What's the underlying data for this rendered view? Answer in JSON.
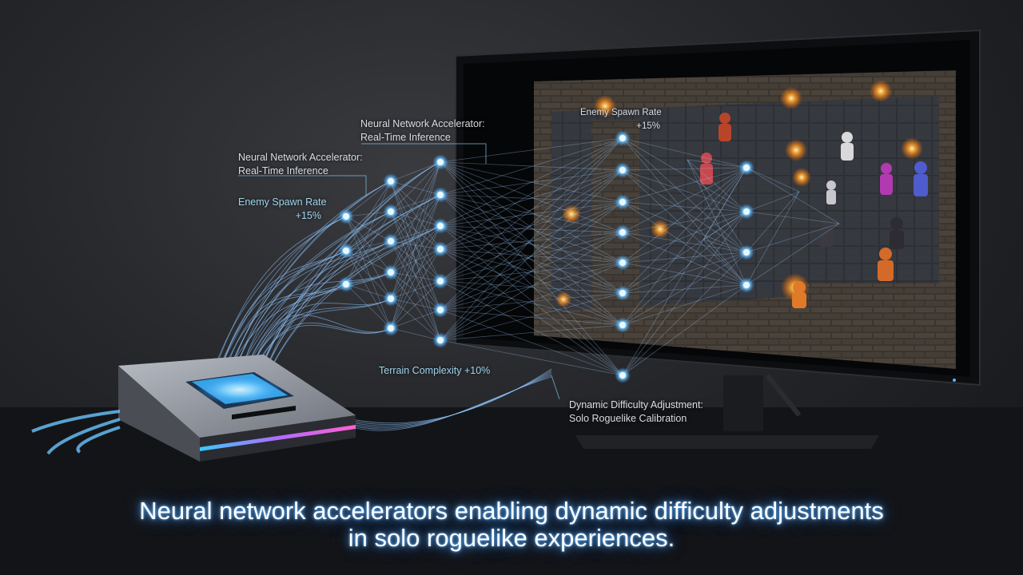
{
  "labels": {
    "accelerator_1_line1": "Neural Network Accelerator:",
    "accelerator_1_line2": "Real-Time Inference",
    "accelerator_2_line1": "Neural Network Accelerator:",
    "accelerator_2_line2": "Real-Time Inference",
    "spawn_left_line1": "Enemy Spawn Rate",
    "spawn_left_line2": "+15%",
    "spawn_screen_line1": "Enemy Spawn Rate",
    "spawn_screen_line2": "+15%",
    "terrain": "Terrain Complexity +10%",
    "dda_line1": "Dynamic Difficulty Adjustment:",
    "dda_line2": "Solo Roguelike Calibration"
  },
  "caption": {
    "line1": "Neural network accelerators enabling dynamic difficulty adjustments",
    "line2": "in solo roguelike experiences."
  },
  "colors": {
    "node_glow": "#7fd4ff",
    "link": "#9ecfff",
    "caption_glow": "#4aa8ff",
    "torch": "#ffb23a"
  }
}
